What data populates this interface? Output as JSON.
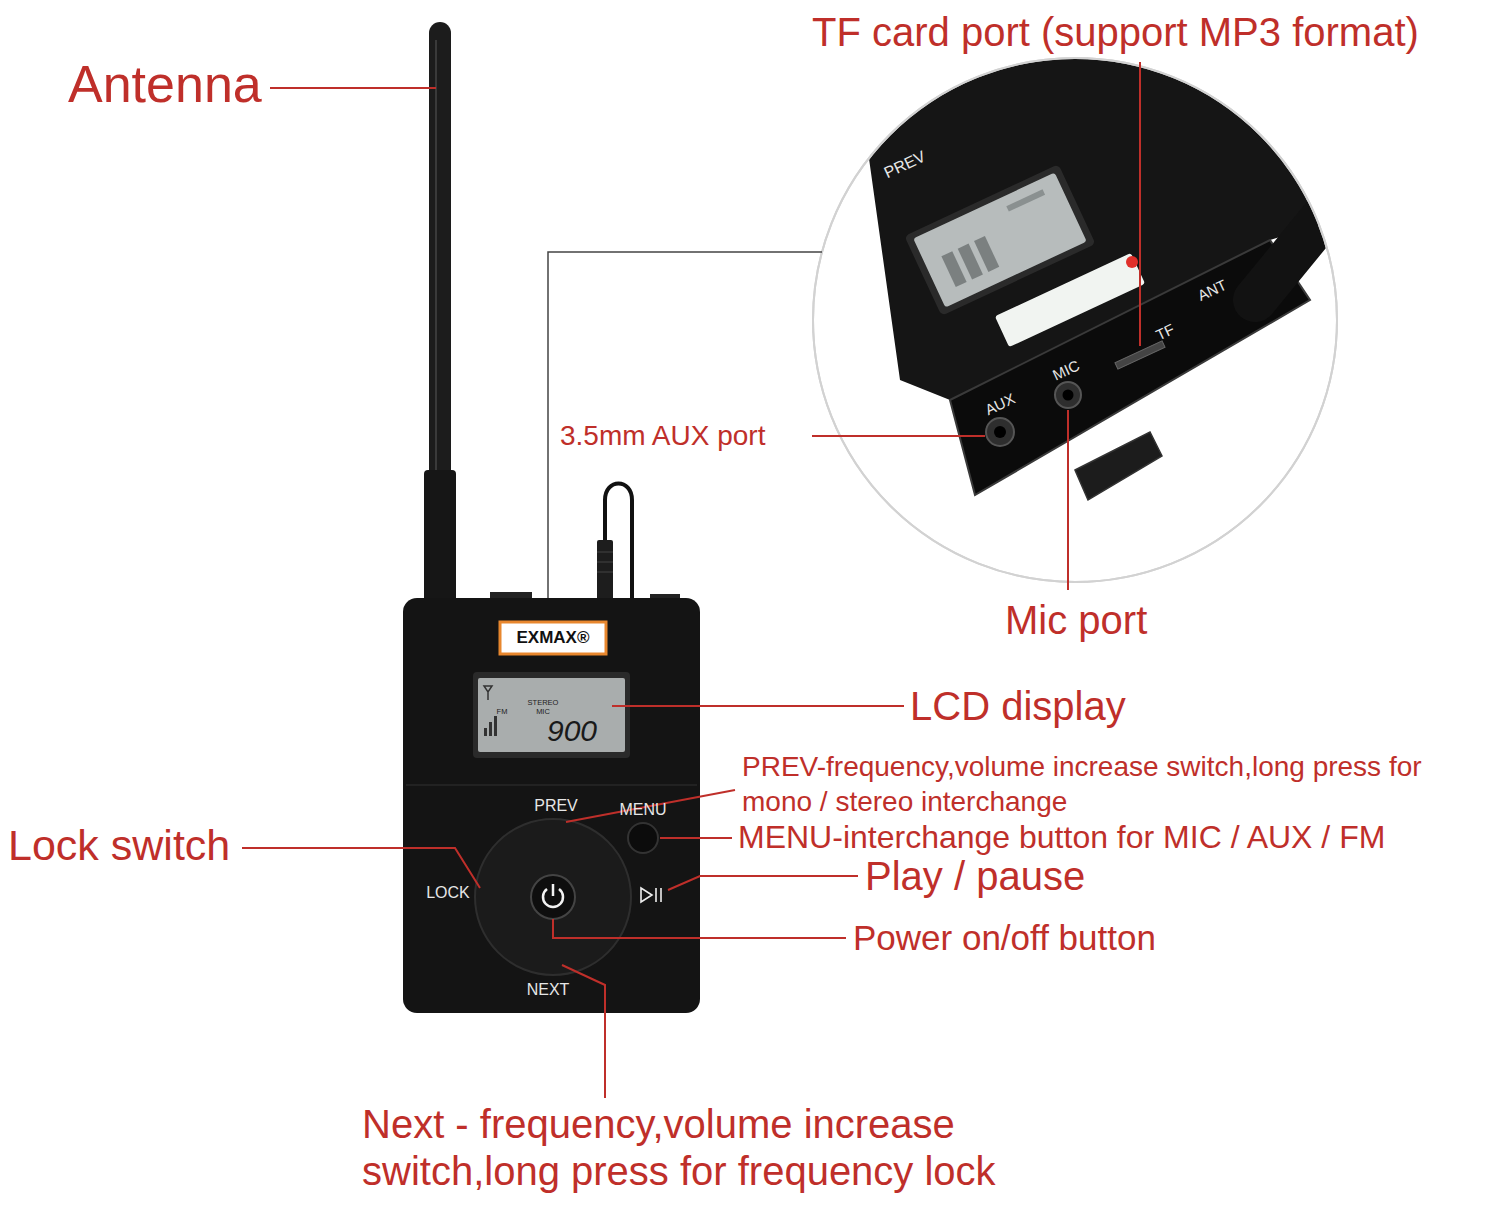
{
  "diagram": {
    "labels": [
      "Antenna",
      "TF card port (support MP3 format)",
      "PREV",
      "ANT",
      "TF",
      "MIC",
      "AUX",
      "3.5mm AUX port",
      "Mic port",
      "EXMAX®",
      "STEREO",
      "FM",
      "MIC",
      "900",
      "LCD display",
      "PREV-frequency,volume increase switch,long press for mono / stereo interchange",
      "PREV",
      "MENU",
      "MENU-interchange button for MIC / AUX / FM",
      "Lock switch",
      "LOCK",
      "Play / pause",
      "Power on/off button",
      "NEXT",
      "Next - frequency,volume increase switch,long press for frequency lock"
    ]
  }
}
